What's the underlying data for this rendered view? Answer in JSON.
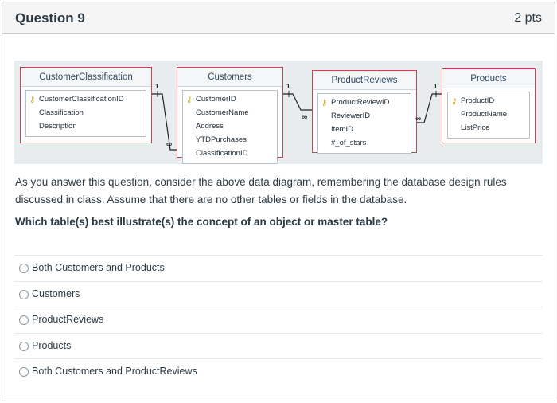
{
  "header": {
    "title": "Question 9",
    "points": "2 pts"
  },
  "diagram": {
    "tables": [
      {
        "name": "CustomerClassification",
        "fields": [
          {
            "name": "CustomerClassificationID",
            "key": true
          },
          {
            "name": "Classification",
            "key": false
          },
          {
            "name": "Description",
            "key": false
          }
        ]
      },
      {
        "name": "Customers",
        "fields": [
          {
            "name": "CustomerID",
            "key": true
          },
          {
            "name": "CustomerName",
            "key": false
          },
          {
            "name": "Address",
            "key": false
          },
          {
            "name": "YTDPurchases",
            "key": false
          },
          {
            "name": "ClassificationID",
            "key": false
          }
        ]
      },
      {
        "name": "ProductReviews",
        "fields": [
          {
            "name": "ProductReviewID",
            "key": true
          },
          {
            "name": "ReviewerID",
            "key": false
          },
          {
            "name": "ItemID",
            "key": false
          },
          {
            "name": "#_of_stars",
            "key": false
          }
        ]
      },
      {
        "name": "Products",
        "fields": [
          {
            "name": "ProductID",
            "key": true
          },
          {
            "name": "ProductName",
            "key": false
          },
          {
            "name": "ListPrice",
            "key": false
          }
        ]
      }
    ],
    "relationships": [
      {
        "one": "1",
        "many": "∞"
      },
      {
        "one": "1",
        "many": "∞"
      },
      {
        "one": "1",
        "many": "∞"
      }
    ],
    "key_icon": "key-icon"
  },
  "body": {
    "paragraph": "As you answer this question, consider the above data diagram, remembering the database design rules discussed in class. Assume that there are no other tables or fields in the database.",
    "question": "Which table(s) best illustrate(s) the concept of an object or master table?"
  },
  "answers": [
    "Both Customers and Products",
    "Customers",
    "ProductReviews",
    "Products",
    "Both Customers and ProductReviews"
  ]
}
